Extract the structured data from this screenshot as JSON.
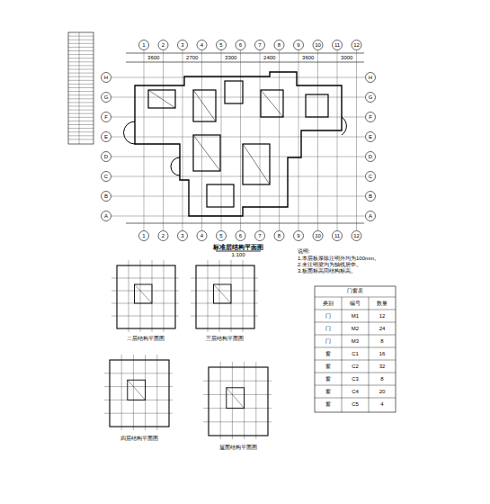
{
  "diagram": {
    "title": "标准层结构平面图",
    "labels": [
      "1",
      "2",
      "3",
      "4",
      "5",
      "6",
      "7",
      "8",
      "9",
      "10",
      "11",
      "12",
      "1",
      "2",
      "3",
      "4",
      "5",
      "6",
      "7",
      "8",
      "9",
      "10",
      "11",
      "12",
      "A",
      "B",
      "C",
      "D",
      "E",
      "F",
      "G",
      "H",
      "A",
      "B",
      "C",
      "D",
      "E",
      "F",
      "G",
      "H",
      "3600",
      "2700",
      "3300",
      "2400",
      "3600",
      "3000",
      "1:100",
      "说明:",
      "1.本层板厚除注明外均为100mm。",
      "2.未注明梁均为轴线居中。",
      "3.板面标高同结构标高。",
      "二层结构平面图",
      "三层结构平面图",
      "四层结构平面图",
      "屋面结构平面图",
      "门窗表",
      "类别",
      "编号",
      "数量",
      "门",
      "M1",
      "12",
      "门",
      "M2",
      "24",
      "门",
      "M3",
      "8",
      "窗",
      "C1",
      "16",
      "窗",
      "C2",
      "32",
      "窗",
      "C3",
      "8",
      "窗",
      "C4",
      "20",
      "窗",
      "C5",
      "4"
    ]
  }
}
